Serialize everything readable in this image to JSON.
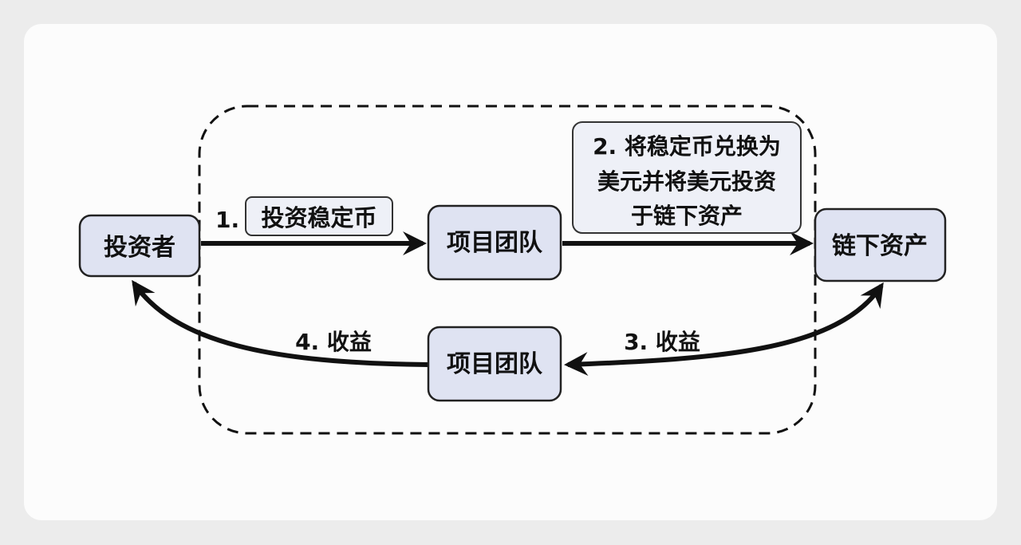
{
  "nodes": {
    "investor": "投资者",
    "team_top": "项目团队",
    "offchain": "链下资产",
    "team_bottom": "项目团队"
  },
  "edges": {
    "step1": "1.",
    "step1_label": "投资稳定币",
    "step2_lines": [
      "2. 将稳定币兑换为",
      "美元并将美元投资",
      "于链下资产"
    ],
    "step3": "3. 收益",
    "step4": "4. 收益"
  }
}
